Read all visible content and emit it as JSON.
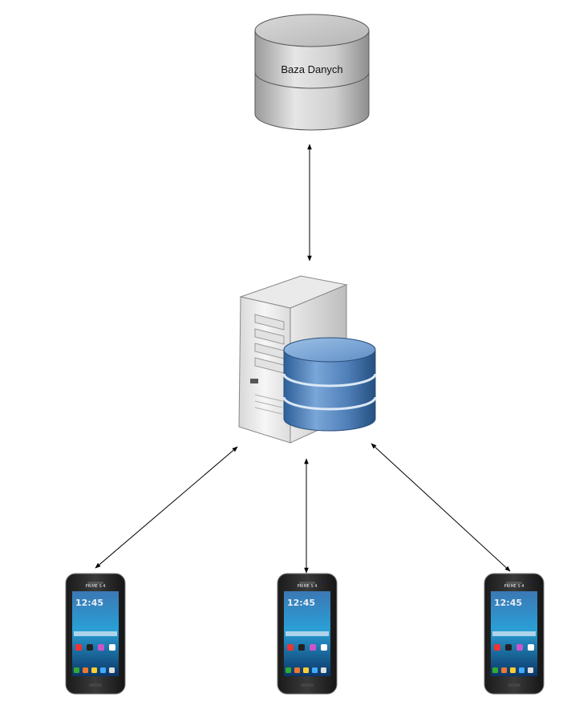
{
  "database": {
    "label": "Baza Danych",
    "icon": "database-cylinder-icon"
  },
  "server": {
    "icon": "server-with-database-icon"
  },
  "phones": [
    {
      "icon": "smartphone-icon",
      "brand": "PRIME S 4",
      "clock": "12:45"
    },
    {
      "icon": "smartphone-icon",
      "brand": "PRIME S 4",
      "clock": "12:45"
    },
    {
      "icon": "smartphone-icon",
      "brand": "PRIME S 4",
      "clock": "12:45"
    }
  ],
  "connections": [
    {
      "from": "database",
      "to": "server",
      "style": "bidirectional-arrow"
    },
    {
      "from": "server",
      "to": "phone-1",
      "style": "bidirectional-arrow"
    },
    {
      "from": "server",
      "to": "phone-2",
      "style": "bidirectional-arrow"
    },
    {
      "from": "server",
      "to": "phone-3",
      "style": "bidirectional-arrow"
    }
  ],
  "colors": {
    "background": "#ffffff",
    "line": "#000000",
    "db_gray": "#c8c8c8",
    "db_blue": "#4f7fb8"
  }
}
